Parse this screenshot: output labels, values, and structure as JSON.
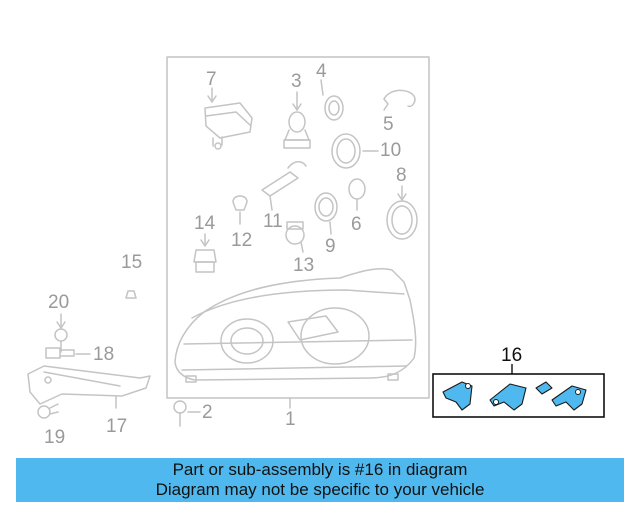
{
  "callouts": {
    "n1": "1",
    "n2": "2",
    "n3": "3",
    "n4": "4",
    "n5": "5",
    "n6": "6",
    "n7": "7",
    "n8": "8",
    "n9": "9",
    "n10": "10",
    "n11": "11",
    "n12": "12",
    "n13": "13",
    "n14": "14",
    "n15": "15",
    "n16": "16",
    "n17": "17",
    "n18": "18",
    "n19": "19",
    "n20": "20"
  },
  "banner": {
    "line1": "Part or sub-assembly is #16 in diagram",
    "line2": "Diagram may not be specific to your vehicle"
  },
  "colors": {
    "highlight": "#4fb8ee",
    "line": "#bdbdbd",
    "callout": "#9a9a9a"
  }
}
